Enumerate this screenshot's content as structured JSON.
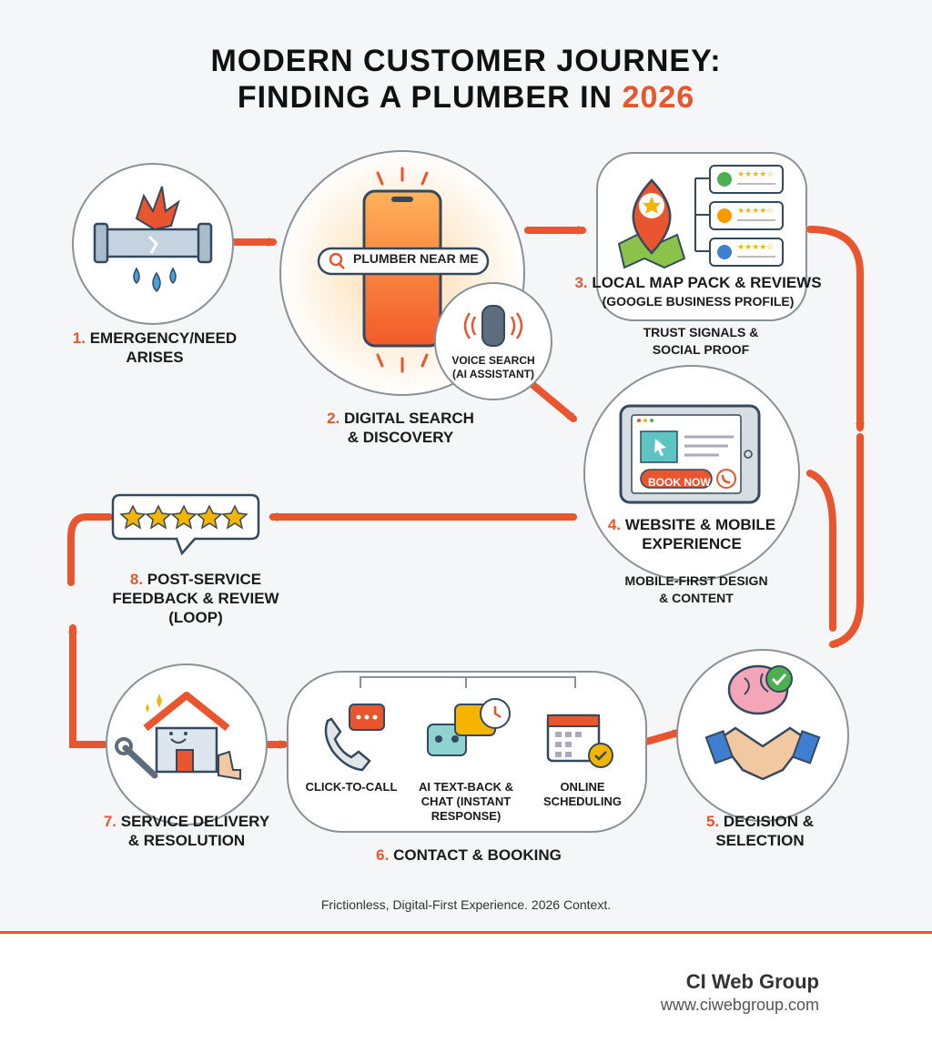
{
  "title": {
    "line1": "MODERN CUSTOMER JOURNEY:",
    "line2_prefix": "FINDING A PLUMBER IN ",
    "line2_highlight": "2026"
  },
  "steps": [
    {
      "num": "1.",
      "line1": "EMERGENCY/NEED",
      "line2": "ARISES"
    },
    {
      "num": "2.",
      "line1": "DIGITAL SEARCH",
      "line2": "& DISCOVERY"
    },
    {
      "num": "3.",
      "line1": "LOCAL MAP PACK & REVIEWS",
      "line2": "(GOOGLE BUSINESS PROFILE)"
    },
    {
      "num": "4.",
      "line1": "WEBSITE & MOBILE",
      "line2": "EXPERIENCE"
    },
    {
      "num": "5.",
      "line1": "DECISION &",
      "line2": "SELECTION"
    },
    {
      "num": "6.",
      "line1": "CONTACT & BOOKING",
      "line2": ""
    },
    {
      "num": "7.",
      "line1": "SERVICE DELIVERY",
      "line2": "& RESOLUTION"
    },
    {
      "num": "8.",
      "line1": "POST-SERVICE",
      "line2": "FEEDBACK & REVIEW",
      "line3": "(LOOP)"
    }
  ],
  "search_bar": "PLUMBER NEAR ME",
  "voice_search": {
    "line1": "VOICE SEARCH",
    "line2": "(AI ASSISTANT)"
  },
  "trust": {
    "line1": "TRUST SIGNALS &",
    "line2": "SOCIAL PROOF"
  },
  "mobile_first": {
    "line1": "MOBILE-FIRST DESIGN",
    "line2": "& CONTENT"
  },
  "book_now": "BOOK NOW",
  "contact_options": {
    "call": "CLICK-TO-CALL",
    "ai_line1": "AI TEXT-BACK &",
    "ai_line2": "CHAT (INSTANT",
    "ai_line3": "RESPONSE)",
    "sched_line1": "ONLINE",
    "sched_line2": "SCHEDULING"
  },
  "footer_note": "Frictionless, Digital-First Experience. 2026 Context.",
  "brand": {
    "name": "CI Web Group",
    "url": "www.ciwebgroup.com"
  },
  "colors": {
    "accent": "#e8552e",
    "bg": "#f4f6f7",
    "outline": "#8a9196"
  }
}
